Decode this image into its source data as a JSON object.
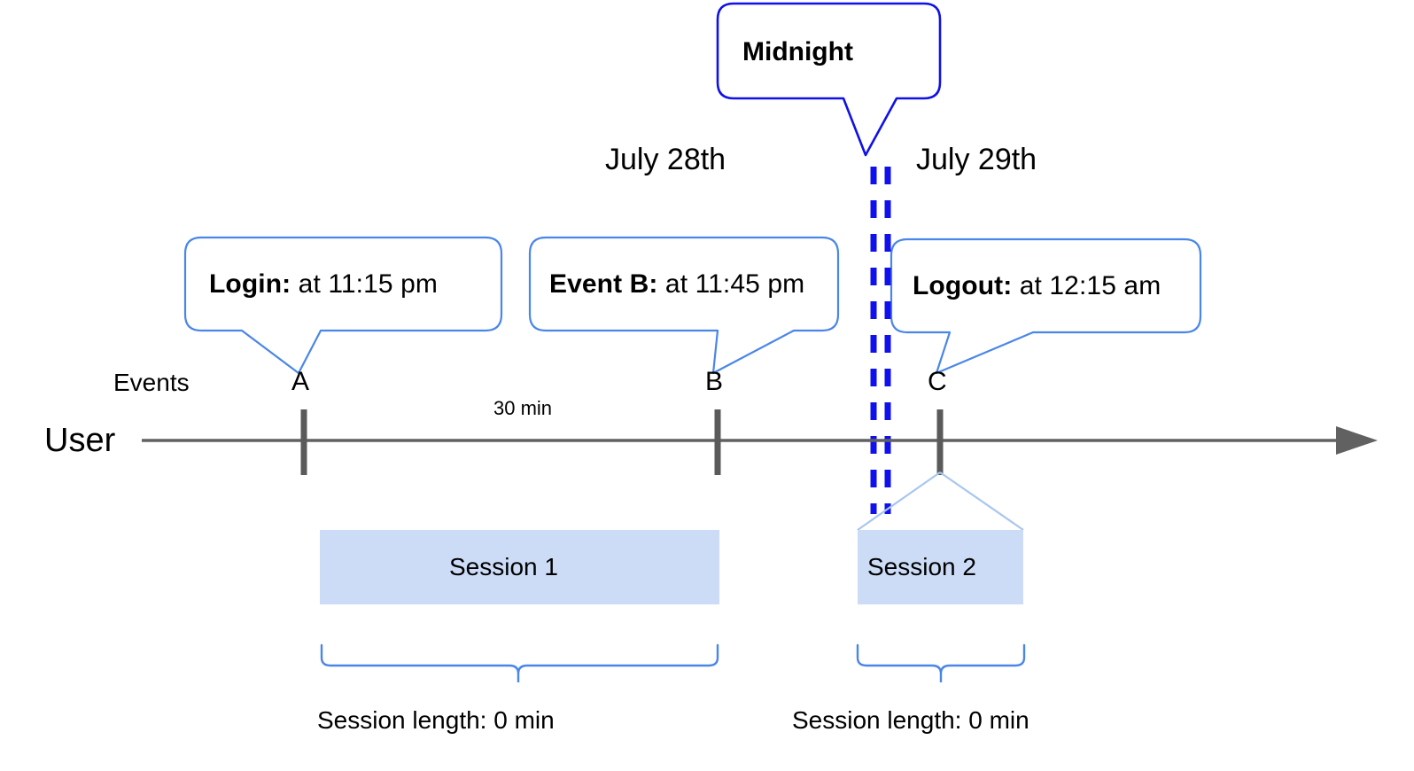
{
  "diagram": {
    "title": "User session timeline across midnight",
    "colors": {
      "callout_border": "#4a86e8",
      "midnight_border": "#1010e8",
      "midnight_dash": "#1010ee",
      "axis": "#616161",
      "tick": "#5a5a5a",
      "session_fill": "#ccdcf7",
      "brace": "#4a86e8",
      "session_connector": "#a8c6f0",
      "text": "#000000"
    }
  },
  "midnight_callout": {
    "label": "Midnight"
  },
  "dates": {
    "left": "July 28th",
    "right": "July 29th"
  },
  "callouts": [
    {
      "bold": "Login:",
      "rest": " at 11:15 pm"
    },
    {
      "bold": "Event B:",
      "rest": " at 11:45 pm"
    },
    {
      "bold": "Logout:",
      "rest": " at 12:15 am"
    }
  ],
  "axis": {
    "row_label": "User",
    "events_label": "Events",
    "duration_label": "30 min"
  },
  "events": [
    {
      "letter": "A"
    },
    {
      "letter": "B"
    },
    {
      "letter": "C"
    }
  ],
  "sessions": [
    {
      "name": "Session 1",
      "length_label": "Session length: 0 min"
    },
    {
      "name": "Session 2",
      "length_label": "Session length: 0 min"
    }
  ],
  "chart_data": {
    "type": "timeline",
    "title": "User session timeline across midnight",
    "axis_label": "User",
    "lane_label": "Events",
    "day_boundary": {
      "label": "Midnight",
      "between": [
        "July 28th",
        "July 29th"
      ]
    },
    "events": [
      {
        "id": "A",
        "type": "Login",
        "time": "11:15 pm",
        "day": "July 28th"
      },
      {
        "id": "B",
        "type": "Event B",
        "time": "11:45 pm",
        "day": "July 28th"
      },
      {
        "id": "C",
        "type": "Logout",
        "time": "12:15 am",
        "day": "July 29th"
      }
    ],
    "intervals": [
      {
        "from": "A",
        "to": "B",
        "label": "30 min"
      }
    ],
    "sessions": [
      {
        "name": "Session 1",
        "spans_events": [
          "A",
          "B"
        ],
        "length": "0 min"
      },
      {
        "name": "Session 2",
        "spans_events": [
          "C"
        ],
        "length": "0 min"
      }
    ]
  }
}
